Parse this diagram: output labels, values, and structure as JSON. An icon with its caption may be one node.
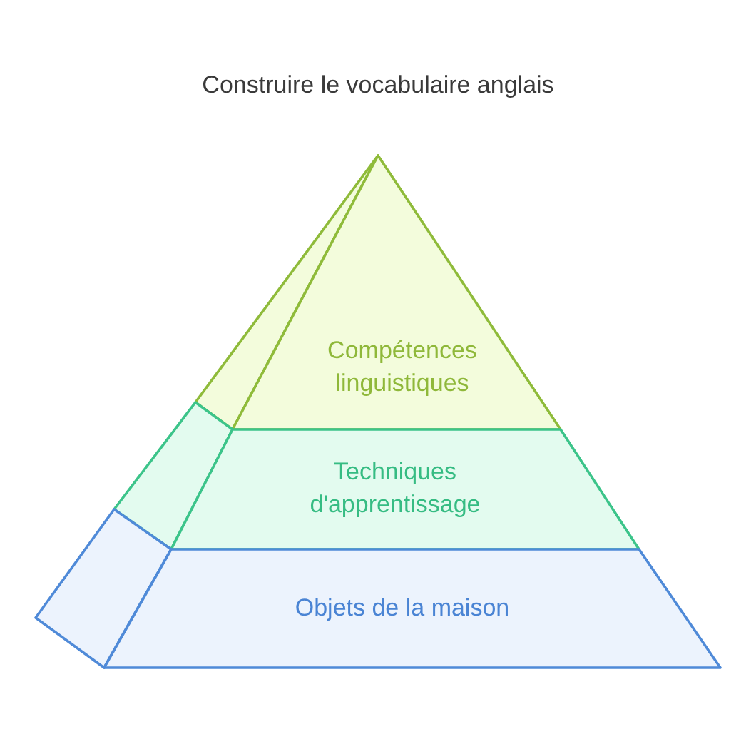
{
  "diagram": {
    "title": "Construire le vocabulaire anglais",
    "nodes": [
      {
        "text": [
          "Compétences linguistiques"
        ]
      },
      {
        "text": [
          "Techniques d'apprentissage"
        ]
      },
      {
        "text": [
          "Objets de la maison"
        ]
      }
    ]
  }
}
